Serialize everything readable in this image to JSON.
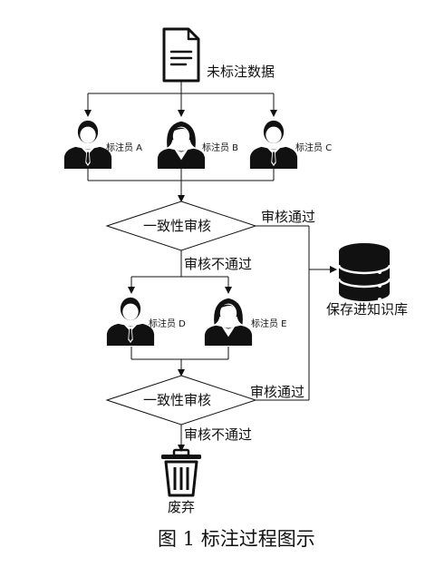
{
  "source": {
    "label": "未标注数据"
  },
  "annotators_round1": [
    {
      "label": "标注员 A",
      "avatar": "male"
    },
    {
      "label": "标注员 B",
      "avatar": "female"
    },
    {
      "label": "标注员 C",
      "avatar": "male"
    }
  ],
  "review1": {
    "label": "一致性审核",
    "pass_label": "审核通过",
    "fail_label": "审核不通过"
  },
  "annotators_round2": [
    {
      "label": "标注员 D",
      "avatar": "male"
    },
    {
      "label": "标注员 E",
      "avatar": "female"
    }
  ],
  "review2": {
    "label": "一致性审核",
    "pass_label": "审核通过",
    "fail_label": "审核不通过"
  },
  "knowledge_base": {
    "label": "保存进知识库"
  },
  "discard": {
    "label": "废弃"
  },
  "caption": "图 1  标注过程图示"
}
